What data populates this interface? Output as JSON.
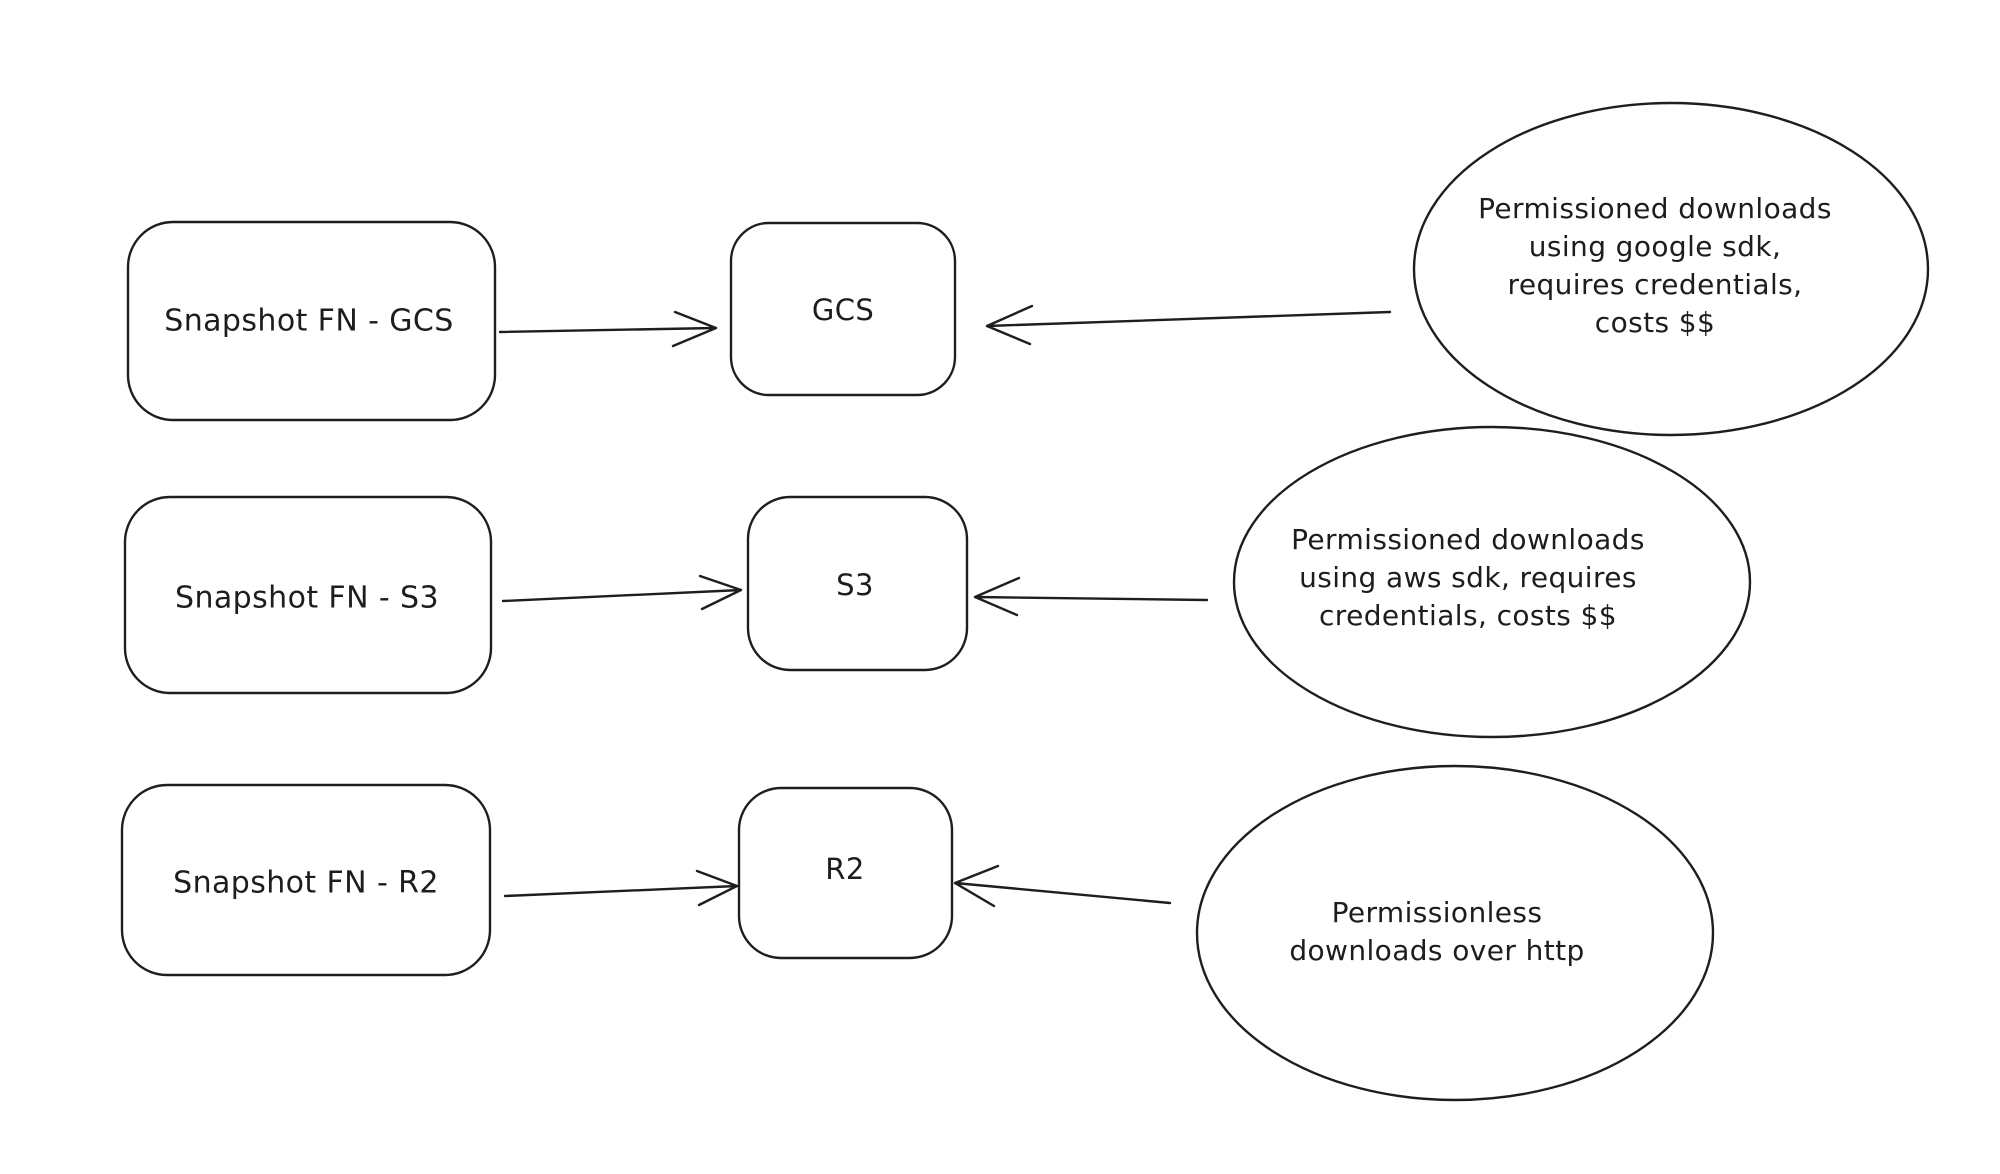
{
  "diagram": {
    "background_color": "#ffffff",
    "stroke_color": "#1e1e1e",
    "rows": [
      {
        "id": "gcs",
        "source_label": "Snapshot FN - GCS",
        "store_label": "GCS",
        "note_label": "Permissioned downloads\nusing google sdk,\nrequires credentials,\ncosts $$"
      },
      {
        "id": "s3",
        "source_label": "Snapshot FN - S3",
        "store_label": "S3",
        "note_label": "Permissioned downloads\nusing aws sdk, requires\ncredentials, costs $$"
      },
      {
        "id": "r2",
        "source_label": "Snapshot FN - R2",
        "store_label": "R2",
        "note_label": "Permissionless\ndownloads over http"
      }
    ]
  }
}
